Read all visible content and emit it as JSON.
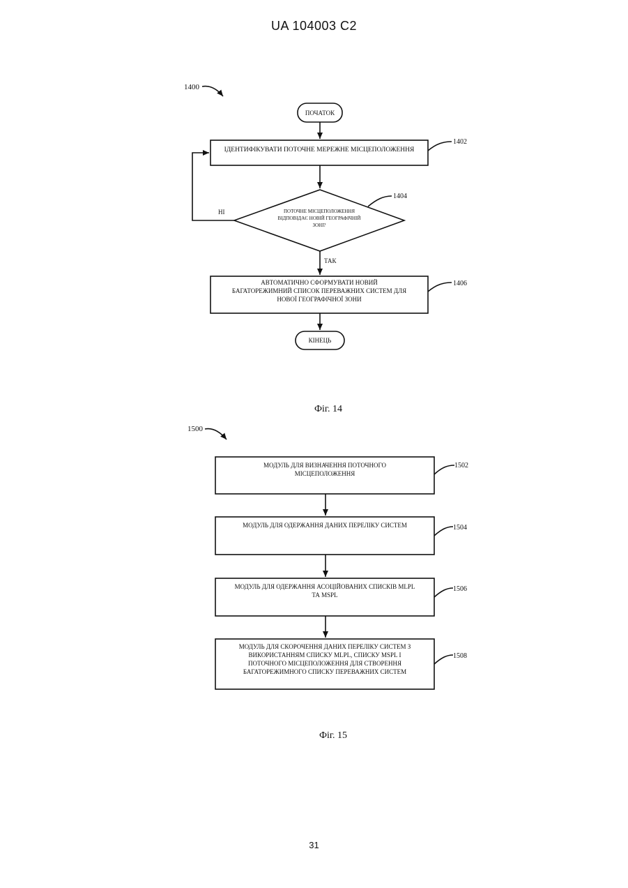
{
  "header": {
    "text": "UA   104003   C2"
  },
  "fig14": {
    "ref": "1400",
    "start": "ПОЧАТОК",
    "step1": {
      "text": "ІДЕНТИФІКУВАТИ ПОТОЧНЕ МЕРЕЖНЕ МІСЦЕПОЛОЖЕННЯ",
      "ref": "1402"
    },
    "decision": {
      "lines": [
        "ПОТОЧНЕ МІСЦЕПОЛОЖЕННЯ",
        "ВІДПОВІДАЄ НОВІЙ ГЕОГРАФІЧНІЙ",
        "ЗОНІ?"
      ],
      "ref": "1404",
      "no_label": "НІ",
      "yes_label": "ТАК"
    },
    "step2": {
      "lines": [
        "АВТОМАТИЧНО СФОРМУВАТИ НОВИЙ",
        "БАГАТОРЕЖИМНИЙ СПИСОК ПЕРЕВАЖНИХ СИСТЕМ ДЛЯ",
        "НОВОЇ ГЕОГРАФІЧНОЇ ЗОНИ"
      ],
      "ref": "1406"
    },
    "end": "КІНЕЦЬ",
    "caption": "Фіг. 14"
  },
  "fig15": {
    "ref": "1500",
    "modules": [
      {
        "lines": [
          "МОДУЛЬ ДЛЯ ВИЗНАЧЕННЯ ПОТОЧНОГО",
          "МІСЦЕПОЛОЖЕННЯ"
        ],
        "ref": "1502"
      },
      {
        "lines": [
          "МОДУЛЬ ДЛЯ ОДЕРЖАННЯ ДАНИХ ПЕРЕЛІКУ СИСТЕМ"
        ],
        "ref": "1504"
      },
      {
        "lines": [
          "МОДУЛЬ ДЛЯ ОДЕРЖАННЯ АСОЦІЙОВАНИХ СПИСКІВ MLPL",
          "ТА MSPL"
        ],
        "ref": "1506"
      },
      {
        "lines": [
          "МОДУЛЬ ДЛЯ СКОРОЧЕННЯ ДАНИХ ПЕРЕЛІКУ СИСТЕМ З",
          "ВИКОРИСТАННЯМ СПИСКУ MLPL, СПИСКУ MSPL І",
          "ПОТОЧНОГО МІСЦЕПОЛОЖЕННЯ ДЛЯ СТВОРЕННЯ",
          "БАГАТОРЕЖИМНОГО СПИСКУ ПЕРЕВАЖНИХ СИСТЕМ"
        ],
        "ref": "1508"
      }
    ],
    "caption": "Фіг. 15"
  },
  "footer": {
    "page_number": "31"
  }
}
